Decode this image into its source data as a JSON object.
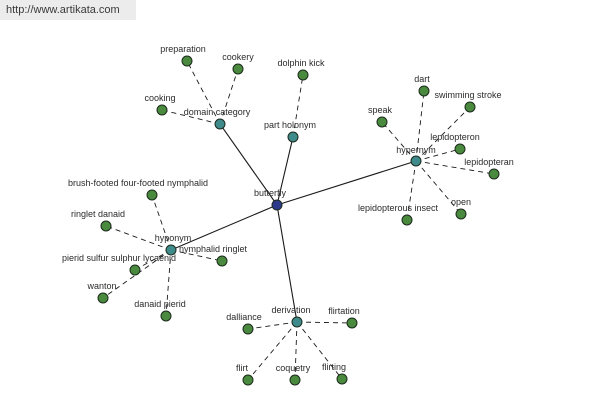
{
  "watermark": "http://www.artikata.com",
  "colors": {
    "root_node": "#2d3a8c",
    "relation_node": "#3f8a8a",
    "leaf_node": "#4a8a3f",
    "node_stroke": "#1c2a1c",
    "edge": "#1a1a1a",
    "background": "#ffffff"
  },
  "graph": {
    "root": {
      "id": "butterfly",
      "label": "butterfly"
    },
    "relations": [
      {
        "id": "domain-category",
        "label": "domain category"
      },
      {
        "id": "part-holonym",
        "label": "part holonym"
      },
      {
        "id": "hypernym",
        "label": "hypernym"
      },
      {
        "id": "hyponym",
        "label": "hyponym"
      },
      {
        "id": "derivation",
        "label": "derivation"
      }
    ],
    "leaves": [
      {
        "id": "preparation",
        "label": "preparation",
        "relation": "domain-category"
      },
      {
        "id": "cookery",
        "label": "cookery",
        "relation": "domain-category"
      },
      {
        "id": "cooking",
        "label": "cooking",
        "relation": "domain-category"
      },
      {
        "id": "dolphin-kick",
        "label": "dolphin kick",
        "relation": "part-holonym"
      },
      {
        "id": "dart",
        "label": "dart",
        "relation": "hypernym"
      },
      {
        "id": "swimming-stroke",
        "label": "swimming stroke",
        "relation": "hypernym"
      },
      {
        "id": "speak",
        "label": "speak",
        "relation": "hypernym"
      },
      {
        "id": "lepidopteron",
        "label": "lepidopteron",
        "relation": "hypernym"
      },
      {
        "id": "lepidopteran",
        "label": "lepidopteran",
        "relation": "hypernym"
      },
      {
        "id": "lepidopterous-insect",
        "label": "lepidopterous insect",
        "relation": "hypernym"
      },
      {
        "id": "open",
        "label": "open",
        "relation": "hypernym"
      },
      {
        "id": "brush-footed",
        "label": "brush-footed four-footed nymphalid",
        "relation": "hyponym"
      },
      {
        "id": "ringlet-danaid",
        "label": "ringlet danaid",
        "relation": "hyponym"
      },
      {
        "id": "nymphalid-ringlet",
        "label": "nymphalid ringlet",
        "relation": "hyponym"
      },
      {
        "id": "pierid",
        "label": "pierid sulfur sulphur lycaenid",
        "relation": "hyponym"
      },
      {
        "id": "wanton",
        "label": "wanton",
        "relation": "hyponym"
      },
      {
        "id": "danaid-pierid",
        "label": "danaid pierid",
        "relation": "hyponym"
      },
      {
        "id": "dalliance",
        "label": "dalliance",
        "relation": "derivation"
      },
      {
        "id": "flirtation",
        "label": "flirtation",
        "relation": "derivation"
      },
      {
        "id": "flirt",
        "label": "flirt",
        "relation": "derivation"
      },
      {
        "id": "coquetry",
        "label": "coquetry",
        "relation": "derivation"
      },
      {
        "id": "flirting",
        "label": "flirting",
        "relation": "derivation"
      }
    ]
  }
}
